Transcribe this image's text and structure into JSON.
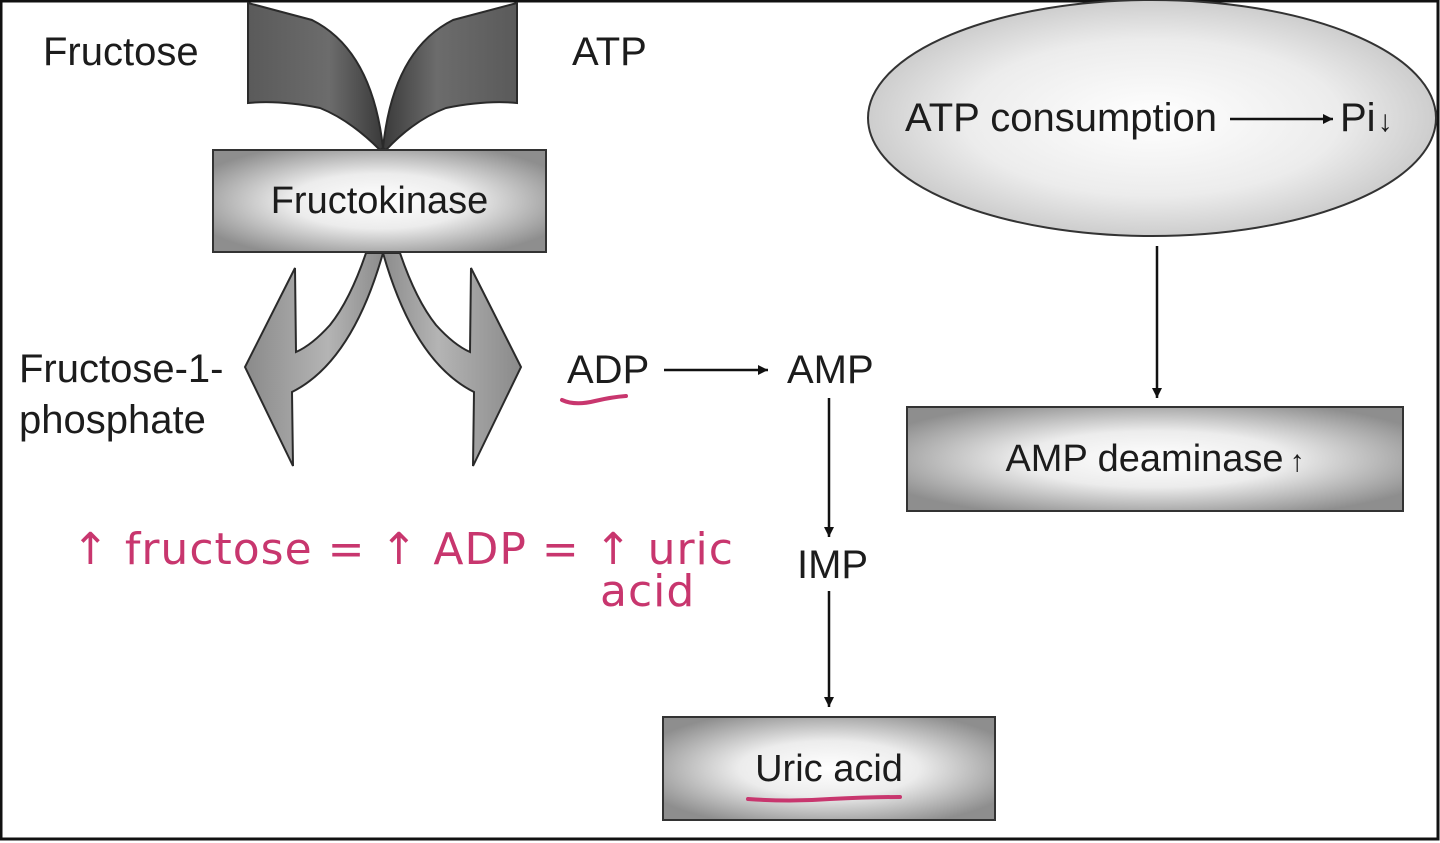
{
  "labels": {
    "fructose": "Fructose",
    "atp": "ATP",
    "fructokinase": "Fructokinase",
    "f1p_line1": "Fructose-1-",
    "f1p_line2": "phosphate",
    "adp": "ADP",
    "amp": "AMP",
    "imp": "IMP",
    "uric_acid": "Uric acid",
    "atp_consumption": "ATP consumption",
    "pi": "Pi",
    "pi_arrow": "↓",
    "amp_deaminase": "AMP deaminase",
    "amp_deaminase_arrow": "↑"
  },
  "annotation": {
    "line1": "↑ fructose = ↑ ADP = ↑ uric",
    "line2": "acid"
  },
  "colors": {
    "annotation_ink": "#c8366e",
    "frame": "#111111"
  }
}
